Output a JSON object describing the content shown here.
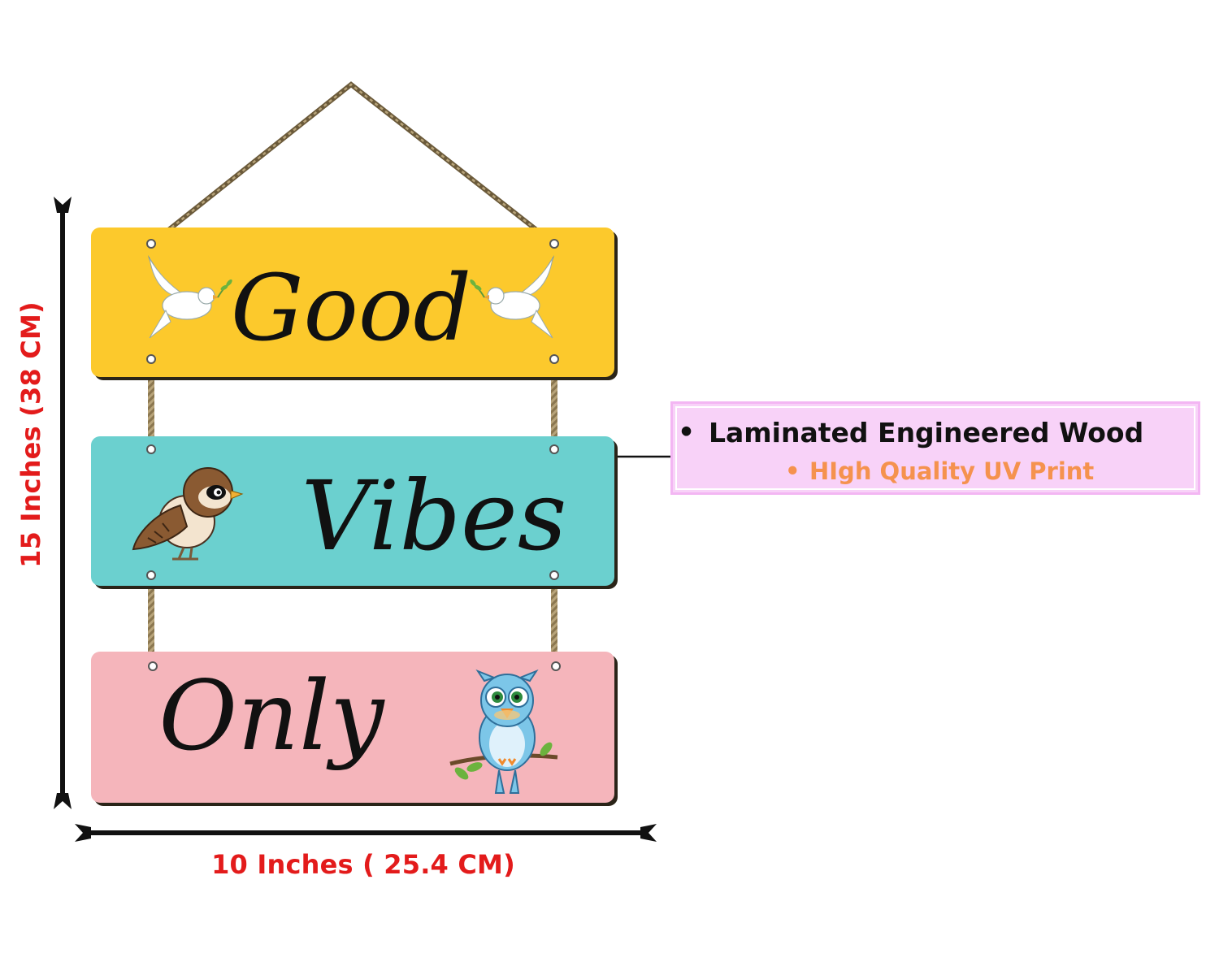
{
  "product": {
    "planks": [
      {
        "word": "Good",
        "color": "#fcc92c",
        "birds": [
          "dove-icon",
          "dove-icon"
        ]
      },
      {
        "word": "Vibes",
        "color": "#6bd0cf",
        "birds": [
          "sparrow-icon"
        ]
      },
      {
        "word": "Only",
        "color": "#f5b5bb",
        "birds": [
          "owl-icon"
        ]
      }
    ],
    "rope_color": "#8b7750"
  },
  "dimensions": {
    "height_label": "15 Inches (38 CM)",
    "width_label": "10 Inches ( 25.4 CM)",
    "label_color": "#e31b1b"
  },
  "features": {
    "primary": "Laminated Engineered Wood",
    "secondary": "HIgh Quality UV Print",
    "box_color": "#f8d2f8",
    "secondary_color": "#f5924e"
  }
}
